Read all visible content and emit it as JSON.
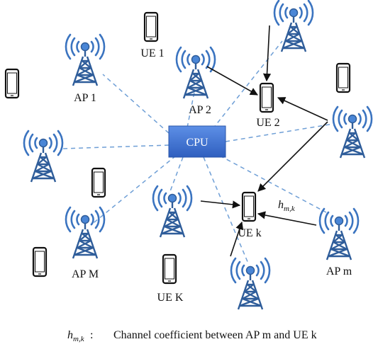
{
  "cpu": {
    "label": "CPU"
  },
  "aps": [
    {
      "id": "ap1",
      "label": "AP 1"
    },
    {
      "id": "ap2",
      "label": "AP 2"
    },
    {
      "id": "apm",
      "label": "AP m"
    },
    {
      "id": "apM",
      "label": "AP M"
    }
  ],
  "ues": [
    {
      "id": "ue1",
      "label": "UE 1"
    },
    {
      "id": "ue2",
      "label": "UE 2"
    },
    {
      "id": "uek",
      "label": "UE k"
    },
    {
      "id": "ueK",
      "label": "UE K"
    }
  ],
  "channel_label": {
    "symbol": "h",
    "subscript": "m,k"
  },
  "footnote": {
    "symbol": "h",
    "subscript": "m,k",
    "colon": ":",
    "text": "Channel coefficient between AP m and UE k"
  },
  "colors": {
    "cpu_fill": "#3a6fcf",
    "dashed_link": "#6f9fd6",
    "tower": "#2f5d9a",
    "wave": "#3b74c0",
    "phone": "#111111",
    "arrow": "#111111"
  },
  "icons": [
    "antenna-tower-icon",
    "smartphone-icon"
  ]
}
